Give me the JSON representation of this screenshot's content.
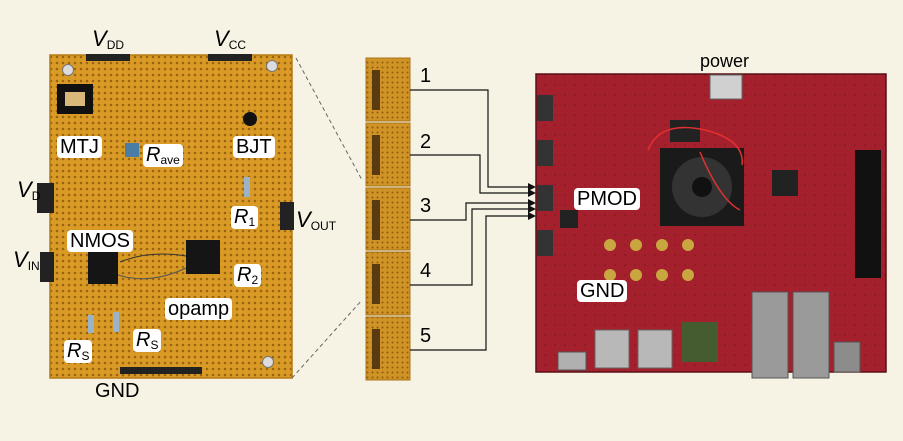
{
  "board_labels": {
    "vdd": {
      "main": "V",
      "sub": "DD"
    },
    "vcc": {
      "main": "V",
      "sub": "CC"
    },
    "vd": {
      "main": "V",
      "sub": "D"
    },
    "vin": {
      "main": "V",
      "sub": "IN"
    },
    "vout": {
      "main": "V",
      "sub": "OUT"
    },
    "mtj": "MTJ",
    "rave": {
      "main": "R",
      "sub": "ave"
    },
    "bjt": "BJT",
    "r1": {
      "main": "R",
      "sub": "1"
    },
    "nmos": "NMOS",
    "r2": {
      "main": "R",
      "sub": "2"
    },
    "opamp": "opamp",
    "rs_left": {
      "main": "R",
      "sub": "S"
    },
    "rs_right": {
      "main": "R",
      "sub": "S"
    },
    "gnd": "GND"
  },
  "strip_numbers": [
    "1",
    "2",
    "3",
    "4",
    "5"
  ],
  "fpga_labels": {
    "power": "power",
    "pmod": "PMOD",
    "gnd": "GND"
  },
  "colors": {
    "perfboard": "#d99a26",
    "fpga_board": "#a3202c",
    "background": "#f7f3e4"
  }
}
